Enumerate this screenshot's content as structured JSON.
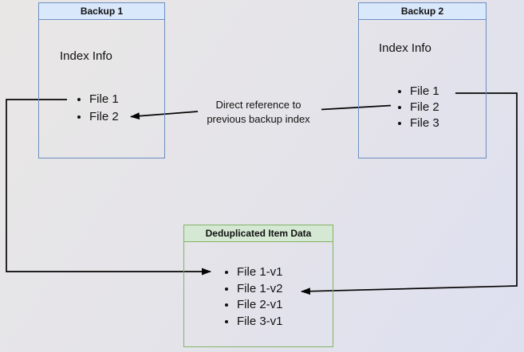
{
  "colors": {
    "blue_border": "#6c8ebf",
    "blue_header_bg": "#dae8fc",
    "green_border": "#82b366",
    "green_header_bg": "#d5e8d4",
    "arrow": "#050505",
    "text": "#111111",
    "bg_top_left": "#e9e7e5",
    "bg_mid": "#e4e3ea",
    "bg_bottom_right": "#dee0f0"
  },
  "backup1": {
    "title": "Backup 1",
    "subtitle": "Index Info",
    "items": [
      "File 1",
      "File 2"
    ]
  },
  "backup2": {
    "title": "Backup 2",
    "subtitle": "Index Info",
    "items": [
      "File 1",
      "File 2",
      "File 3"
    ]
  },
  "dedup": {
    "title": "Deduplicated Item Data",
    "items": [
      "File 1-v1",
      "File 1-v2",
      "File 2-v1",
      "File 3-v1"
    ]
  },
  "annotation": {
    "line1": "Direct reference to",
    "line2": "previous backup index"
  }
}
